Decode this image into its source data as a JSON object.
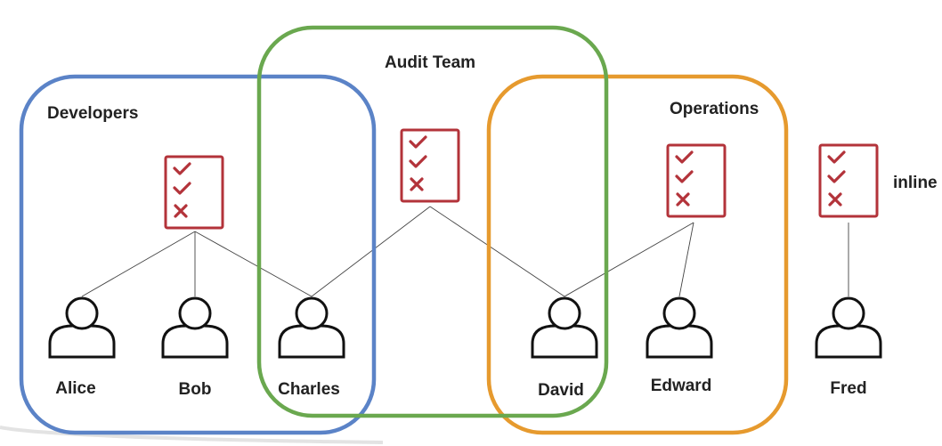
{
  "groups": {
    "developers": {
      "label": "Developers",
      "color": "#5b83c7"
    },
    "audit_team": {
      "label": "Audit Team",
      "color": "#6aa84f"
    },
    "operations": {
      "label": "Operations",
      "color": "#e69a2e"
    }
  },
  "inline_label": "inline",
  "policy_color": "#b3333a",
  "policy_icon": "policy-checklist-icon",
  "user_icon": "user-icon",
  "users": {
    "alice": "Alice",
    "bob": "Bob",
    "charles": "Charles",
    "david": "David",
    "edward": "Edward",
    "fred": "Fred"
  }
}
